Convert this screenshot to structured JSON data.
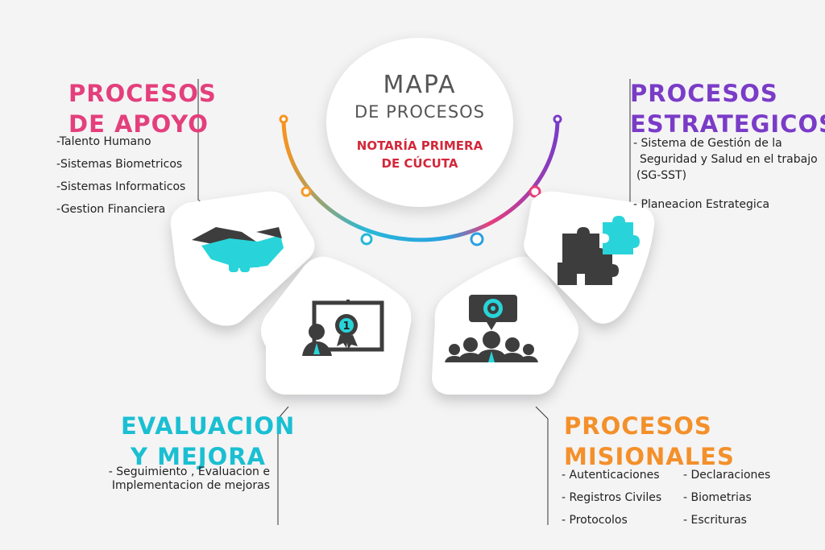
{
  "center": {
    "title_line1": "MAPA",
    "title_line2": "DE PROCESOS",
    "subtitle_line1": "NOTARÍA PRIMERA",
    "subtitle_line2": "DE CÚCUTA"
  },
  "apoyo": {
    "title_line1": "PROCESOS",
    "title_line2": "DE APOYO",
    "color": "#e43f7c",
    "items": [
      "-Talento Humano",
      "-Sistemas Biometricos",
      "-Sistemas Informaticos",
      "-Gestion Financiera"
    ],
    "icon": "handshake-icon"
  },
  "estrategicos": {
    "title_line1": "PROCESOS",
    "title_line2": "ESTRATEGICOS",
    "color": "#7a3cc7",
    "item1_line1": "- Sistema de Gestión de la",
    "item1_line2": "Seguridad y Salud en el trabajo",
    "item1_line3": "(SG-SST)",
    "item2": "- Planeacion Estrategica",
    "icon": "puzzle-icon"
  },
  "evaluacion": {
    "title_line1": "EVALUACION",
    "title_line2": "Y MEJORA",
    "color": "#1bbfd2",
    "item_line1": "- Seguimiento , Evaluacion e",
    "item_line2": "Implementacion de mejoras",
    "icon": "presentation-award-icon"
  },
  "misionales": {
    "title_line1": "PROCESOS",
    "title_line2": "MISIONALES",
    "color": "#f4902a",
    "items_left": [
      "- Autenticaciones",
      "- Registros Civiles",
      "- Protocolos"
    ],
    "items_right": [
      "- Declaraciones",
      "- Biometrias",
      "- Escrituras"
    ],
    "icon": "team-target-icon"
  },
  "icon_colors": {
    "dark": "#3d3d3d",
    "cyan": "#28d4d9"
  }
}
